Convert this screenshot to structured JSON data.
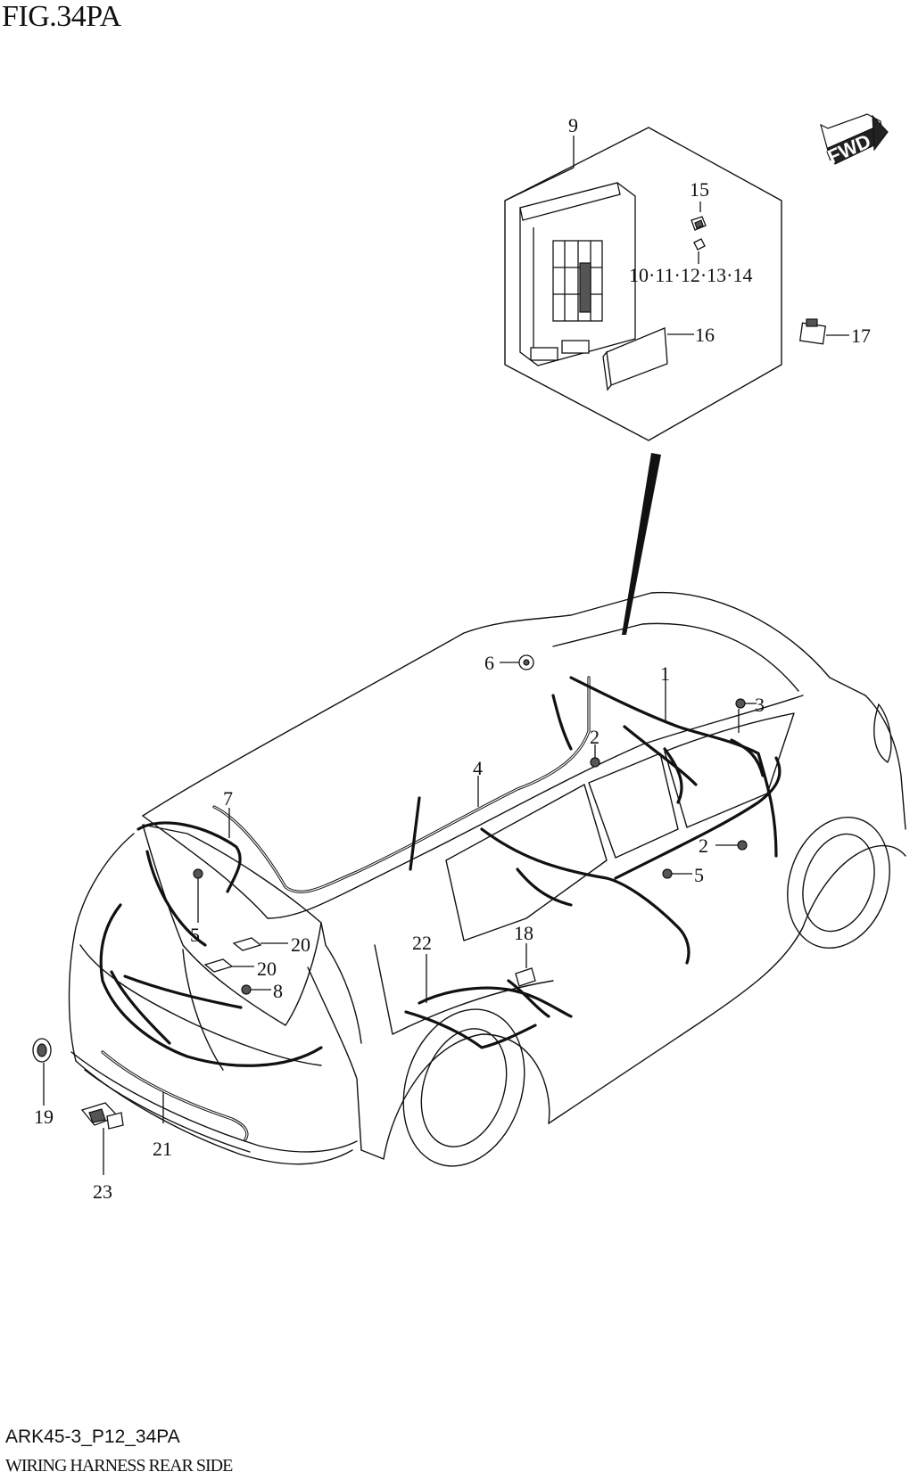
{
  "figure": {
    "title": "FIG.34PA"
  },
  "orientation": {
    "arrow_label": "FWD"
  },
  "footer": {
    "code": "ARK45-3_P12_34PA",
    "name": "WIRING HARNESS REAR SIDE"
  },
  "callouts": {
    "c9": "9",
    "c15": "15",
    "c10_14": "10·11·12·13·14",
    "c16": "16",
    "c17": "17",
    "c6": "6",
    "c1": "1",
    "c3": "3",
    "c2a": "2",
    "c4": "4",
    "c7": "7",
    "c2b": "2",
    "c5a": "5",
    "c5b": "5",
    "c20a": "20",
    "c20b": "20",
    "c8": "8",
    "c22": "22",
    "c18": "18",
    "c19": "19",
    "c21": "21",
    "c23": "23"
  }
}
